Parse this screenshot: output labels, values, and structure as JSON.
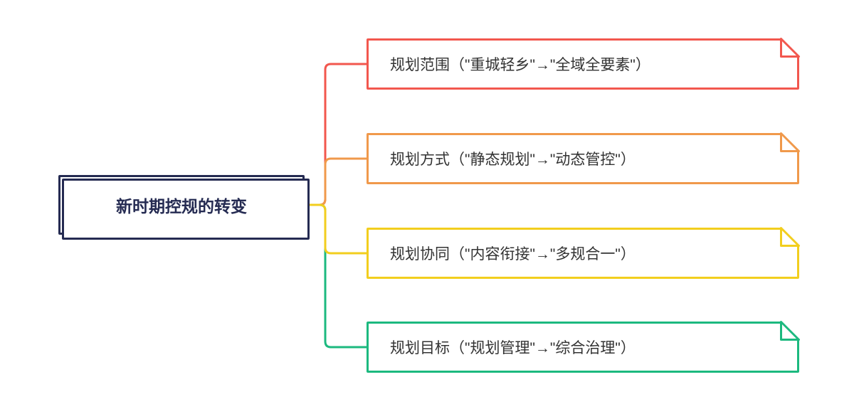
{
  "root": {
    "label": "新时期控规的转变",
    "border_color": "#252b52"
  },
  "branches": [
    {
      "label": "规划范围（\"重城轻乡\"→\"全域全要素\"）",
      "color": "#f2574e"
    },
    {
      "label": "规划方式（\"静态规划\"→\"动态管控\"）",
      "color": "#f0994b"
    },
    {
      "label": "规划协同（\"内容衔接\"→\"多规合一\"）",
      "color": "#f2ce1e"
    },
    {
      "label": "规划目标（\"规划管理\"→\"综合治理\"）",
      "color": "#1cb97f"
    }
  ]
}
